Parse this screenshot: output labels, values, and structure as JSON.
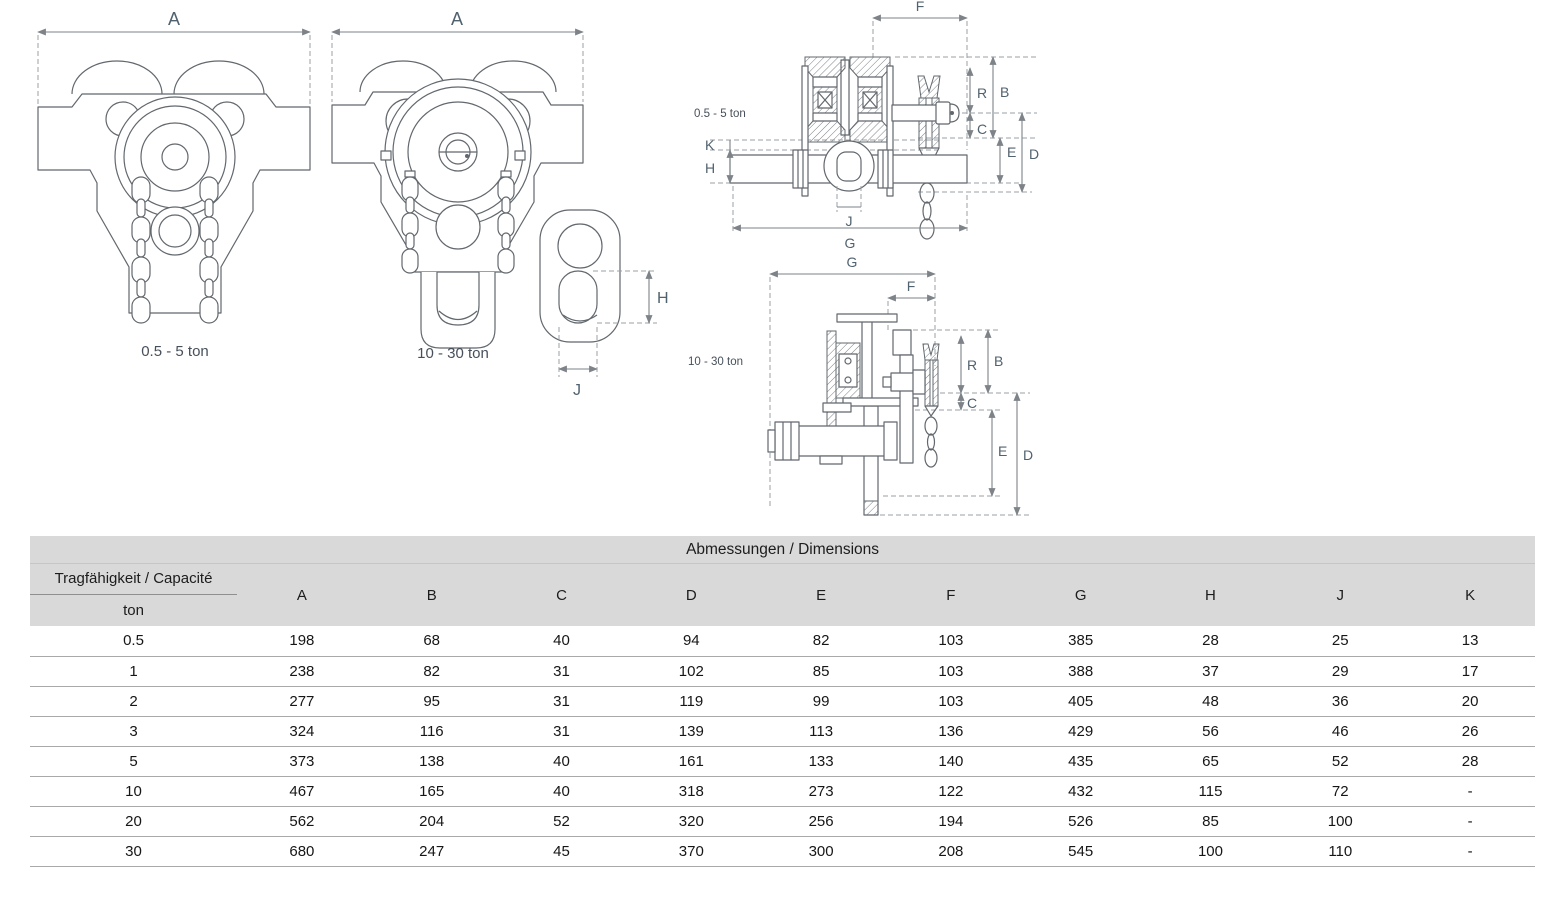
{
  "colors": {
    "table_header_bg": "#d9d9d9",
    "row_separator": "#a9a9a9",
    "drawing_line": "#62686d",
    "dimension_label": "#51626f"
  },
  "dims": {
    "A": "A",
    "B": "B",
    "C": "C",
    "D": "D",
    "E": "E",
    "F": "F",
    "G": "G",
    "H": "H",
    "J": "J",
    "K": "K",
    "R": "R"
  },
  "diagrams": {
    "front_small": {
      "caption": "0.5 - 5 ton"
    },
    "front_large": {
      "caption": "10 - 30 ton"
    },
    "side_small": {
      "caption": "0.5 - 5 ton"
    },
    "side_large": {
      "caption": "10 - 30 ton"
    }
  },
  "table": {
    "title": "Abmessungen / Dimensions",
    "capacity_line1": "Tragfähigkeit / Capacité",
    "capacity_line2": "ton",
    "columns": [
      "A",
      "B",
      "C",
      "D",
      "E",
      "F",
      "G",
      "H",
      "J",
      "K"
    ],
    "rows": [
      {
        "ton": "0.5",
        "values": [
          "198",
          "68",
          "40",
          "94",
          "82",
          "103",
          "385",
          "28",
          "25",
          "13"
        ]
      },
      {
        "ton": "1",
        "values": [
          "238",
          "82",
          "31",
          "102",
          "85",
          "103",
          "388",
          "37",
          "29",
          "17"
        ]
      },
      {
        "ton": "2",
        "values": [
          "277",
          "95",
          "31",
          "119",
          "99",
          "103",
          "405",
          "48",
          "36",
          "20"
        ]
      },
      {
        "ton": "3",
        "values": [
          "324",
          "116",
          "31",
          "139",
          "113",
          "136",
          "429",
          "56",
          "46",
          "26"
        ]
      },
      {
        "ton": "5",
        "values": [
          "373",
          "138",
          "40",
          "161",
          "133",
          "140",
          "435",
          "65",
          "52",
          "28"
        ]
      },
      {
        "ton": "10",
        "values": [
          "467",
          "165",
          "40",
          "318",
          "273",
          "122",
          "432",
          "115",
          "72",
          "-"
        ]
      },
      {
        "ton": "20",
        "values": [
          "562",
          "204",
          "52",
          "320",
          "256",
          "194",
          "526",
          "85",
          "100",
          "-"
        ]
      },
      {
        "ton": "30",
        "values": [
          "680",
          "247",
          "45",
          "370",
          "300",
          "208",
          "545",
          "100",
          "110",
          "-"
        ]
      }
    ]
  }
}
